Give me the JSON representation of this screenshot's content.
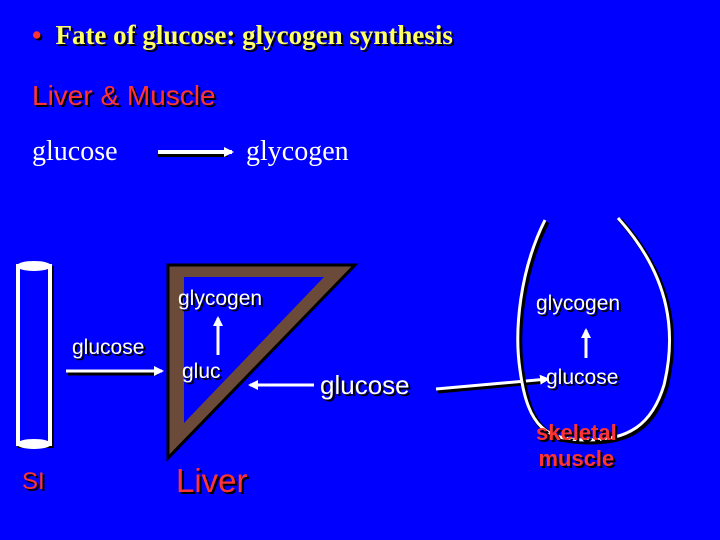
{
  "title": {
    "bullet": "•",
    "text": "Fate of glucose: glycogen synthesis"
  },
  "subtitle": "Liver & Muscle",
  "equation": {
    "left": "glucose",
    "right": "glycogen"
  },
  "diagram": {
    "si_label": "SI",
    "si_glucose": "glucose",
    "liver_glycogen": "glycogen",
    "liver_gluc": "gluc",
    "liver_label": "Liver",
    "blood_glucose": "glucose",
    "muscle_glycogen": "glycogen",
    "muscle_glucose": "glucose",
    "muscle_label_line1": "skeletal",
    "muscle_label_line2": "muscle"
  },
  "colors": {
    "background": "#0000FF",
    "title": "#FFFF66",
    "accent_red": "#FF3333",
    "liver_fill": "#6B4A3A",
    "text": "#FFFFFF"
  }
}
